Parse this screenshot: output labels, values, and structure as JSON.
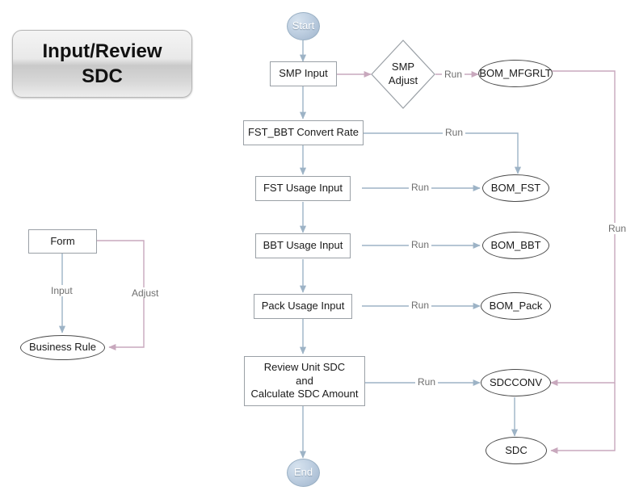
{
  "title_box": {
    "line1": "Input/Review",
    "line2": "SDC"
  },
  "legend": {
    "form_label": "Form",
    "business_rule_label": "Business Rule",
    "input_edge_label": "Input",
    "adjust_edge_label": "Adjust"
  },
  "flow": {
    "start_label": "Start",
    "end_label": "End",
    "smp_input_label": "SMP Input",
    "smp_adjust_label_line1": "SMP",
    "smp_adjust_label_line2": "Adjust",
    "fst_bbt_convert_rate_label": "FST_BBT Convert Rate",
    "fst_usage_input_label": "FST Usage Input",
    "bbt_usage_input_label": "BBT Usage Input",
    "pack_usage_input_label": "Pack Usage Input",
    "review_label_line1": "Review Unit SDC",
    "review_label_line2": "and",
    "review_label_line3": "Calculate SDC Amount"
  },
  "rules": {
    "bom_mfgrlt_label": "BOM_MFGRLT",
    "bom_fst_label": "BOM_FST",
    "bom_bbt_label": "BOM_BBT",
    "bom_pack_label": "BOM_Pack",
    "sdcconv_label": "SDCCONV",
    "sdc_label": "SDC"
  },
  "edge_labels": {
    "run_smp": "Run",
    "run_convert_rate": "Run",
    "run_fst": "Run",
    "run_bbt": "Run",
    "run_pack": "Run",
    "run_review": "Run",
    "run_mfgrlt_return": "Run"
  },
  "colors": {
    "flow_arrow": "#9db3c6",
    "rule_arrow": "#c8a8bd",
    "box_border": "#9aa0a6",
    "ellipse_border": "#4a4a4a",
    "label_text": "#6e6e6e",
    "terminator_fill": "#b9cada",
    "title_text": "#111111"
  }
}
